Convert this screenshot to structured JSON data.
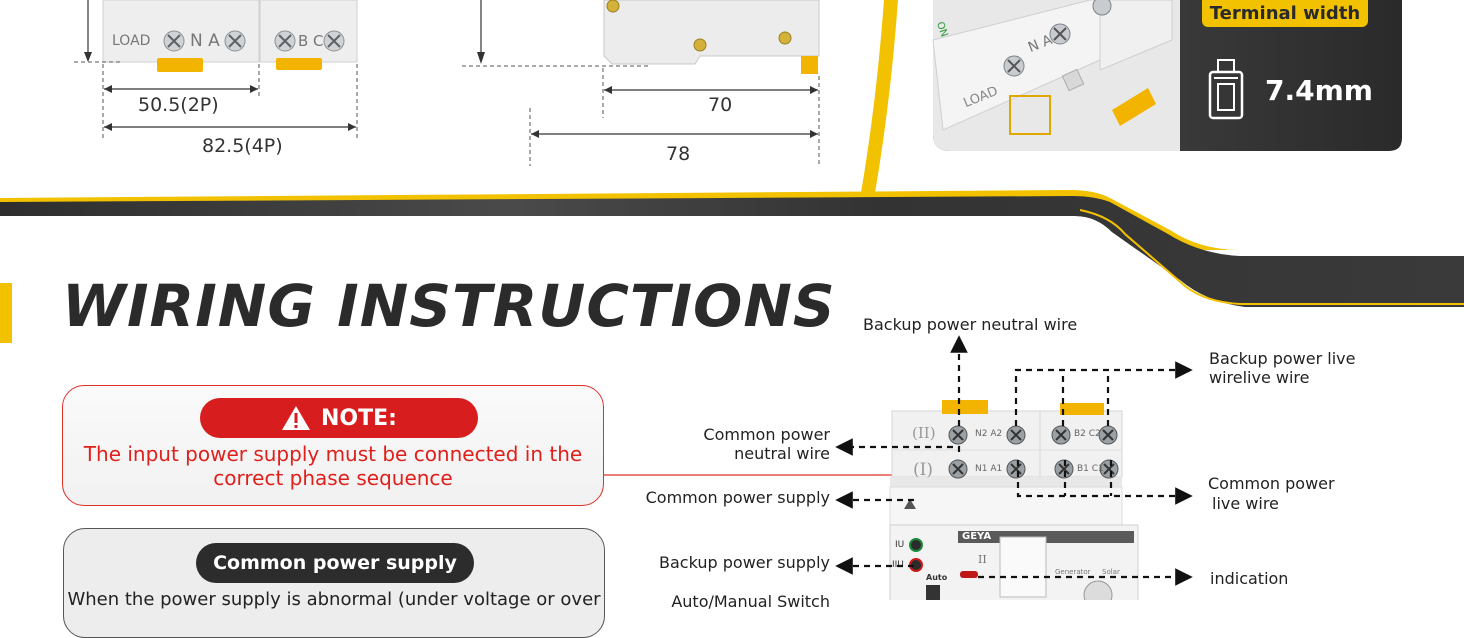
{
  "dimensions": {
    "w2p": "50.5(2P)",
    "w4p": "82.5(4P)",
    "depth_mid": "70",
    "depth_full": "78"
  },
  "device_top": {
    "load_label": "LOAD",
    "na_label": "N A",
    "bc_label": "B C"
  },
  "photo": {
    "load_label": "LOAD",
    "na_label": "N A",
    "on_label": "ON"
  },
  "terminal": {
    "title": "Terminal width",
    "value": "7.4mm"
  },
  "section": {
    "title": "WIRING INSTRUCTIONS"
  },
  "note": {
    "badge": "NOTE:",
    "line1": "The input power supply must be connected in the",
    "line2": "correct phase sequence"
  },
  "common_supply_box": {
    "badge": "Common power supply",
    "text": "When the power supply is abnormal (under voltage or over"
  },
  "callouts": {
    "backup_neutral": "Backup power neutral wire",
    "backup_live_1": "Backup power live",
    "backup_live_2": "wirelive wire",
    "common_neutral_1": "Common power",
    "common_neutral_2": "neutral wire",
    "common_supply": "Common power supply",
    "common_live_1": "Common power",
    "common_live_2": "live wire",
    "backup_supply": "Backup power supply",
    "indication": "indication",
    "auto_manual": "Auto/Manual Switch"
  },
  "device_labels": {
    "row2": "(II)",
    "row1": "(I)",
    "n2a2": "N2 A2",
    "b2c2": "B2 C2",
    "n1a1": "N1 A1",
    "b1c1": "B1 C1",
    "iu": "IU",
    "iiu": "IIU",
    "auto": "Auto",
    "brand": "GEYA",
    "roman2": "II",
    "generator": "Generator",
    "solar": "Solar"
  },
  "colors": {
    "accent_yellow": "#f2c200",
    "note_red": "#d71d1d",
    "dark_band": "#2f2f2f"
  }
}
